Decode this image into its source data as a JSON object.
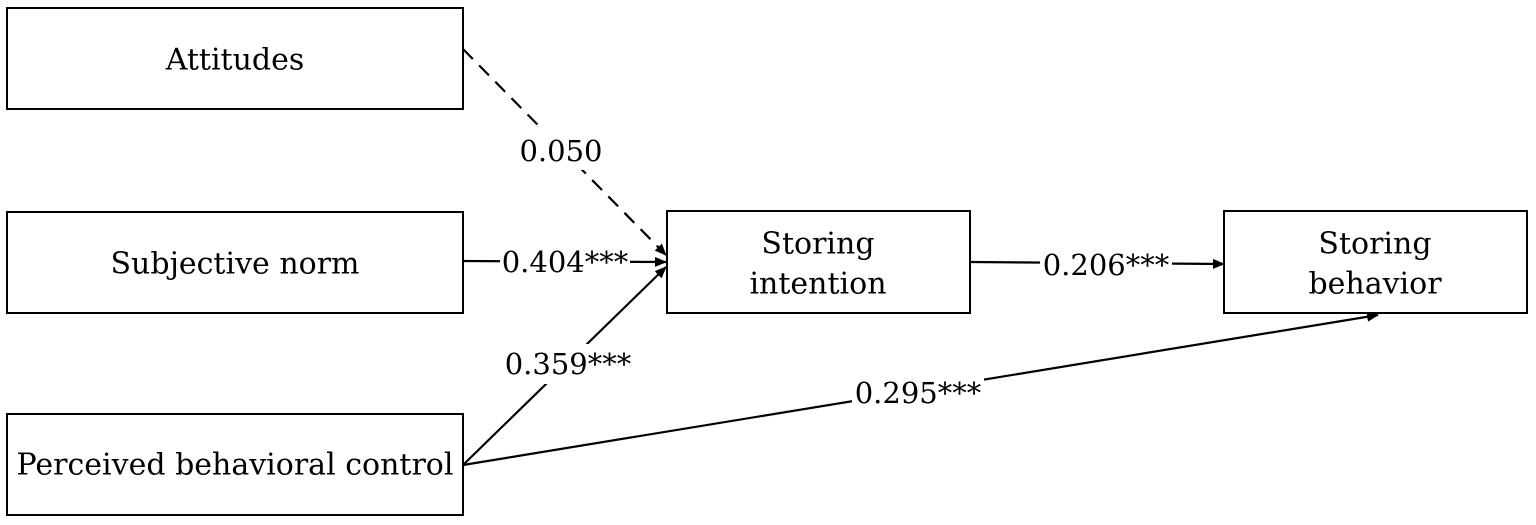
{
  "nodes": {
    "attitudes": {
      "label_lines": [
        "Attitudes"
      ]
    },
    "subjective_norm": {
      "label_lines": [
        "Subjective norm"
      ]
    },
    "perceived_control": {
      "label_lines": [
        "Perceived behavioral control"
      ]
    },
    "storing_intention": {
      "label_lines": [
        "Storing",
        "intention"
      ]
    },
    "storing_behavior": {
      "label_lines": [
        "Storing",
        "behavior"
      ]
    }
  },
  "edges": {
    "attitudes_to_intention": {
      "label": "0.050",
      "style": "dashed"
    },
    "norm_to_intention": {
      "label": "0.404***",
      "style": "solid"
    },
    "control_to_intention": {
      "label": "0.359***",
      "style": "solid"
    },
    "intention_to_behavior": {
      "label": "0.206***",
      "style": "solid"
    },
    "control_to_behavior": {
      "label": "0.295***",
      "style": "solid"
    }
  },
  "colors": {
    "line": "#000000",
    "background": "#ffffff"
  }
}
